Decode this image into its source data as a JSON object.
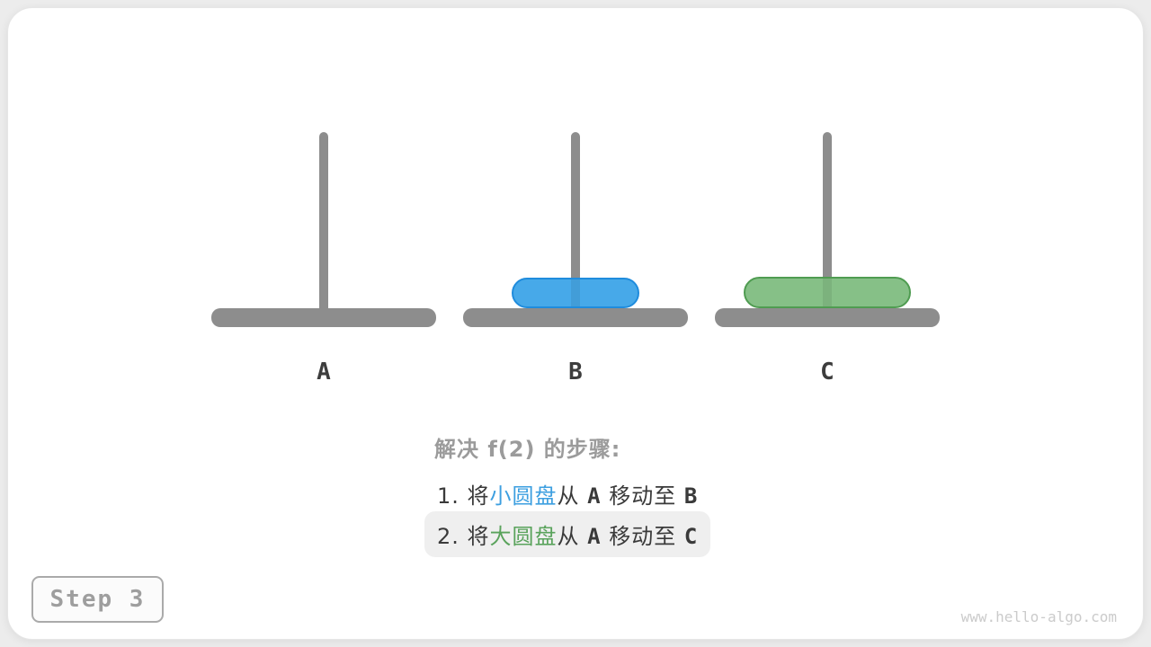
{
  "page": {
    "background": "#ececec",
    "card_background": "#ffffff"
  },
  "colors": {
    "structure_gray": "#8d8d8d",
    "peg_label": "#3d3d3d",
    "title_gray": "#9b9b9b",
    "step_text": "#3a3a3a",
    "small_disk_text": "#3d9fe0",
    "large_disk_text": "#5aa35c",
    "small_disk_fill": "#47a9e9",
    "small_disk_border": "#1f8cdd",
    "large_disk_fill": "#86c087",
    "large_disk_border": "#4f9c51",
    "highlight_bg": "#efefef",
    "badge_text": "#9e9e9e",
    "badge_border": "#aaaaaa",
    "badge_bg": "#fbfbfb",
    "watermark": "#cbcbcb"
  },
  "diagram": {
    "pegs": [
      {
        "label": "A",
        "disks": []
      },
      {
        "label": "B",
        "disks": [
          {
            "size": "small",
            "color": "#47a9e9"
          }
        ]
      },
      {
        "label": "C",
        "disks": [
          {
            "size": "large",
            "color": "#86c087"
          }
        ]
      }
    ]
  },
  "caption": {
    "title": "解决 f(2) 的步骤:",
    "steps": [
      {
        "highlighted": false,
        "parts": [
          {
            "text": "1. 将",
            "style": "dark"
          },
          {
            "text": "小圆盘",
            "style": "blue"
          },
          {
            "text": "从 ",
            "style": "dark"
          },
          {
            "text": "A",
            "style": "latin"
          },
          {
            "text": " 移动至 ",
            "style": "dark"
          },
          {
            "text": "B",
            "style": "latin"
          }
        ]
      },
      {
        "highlighted": true,
        "parts": [
          {
            "text": "2. 将",
            "style": "dark"
          },
          {
            "text": "大圆盘",
            "style": "green"
          },
          {
            "text": "从 ",
            "style": "dark"
          },
          {
            "text": "A",
            "style": "latin"
          },
          {
            "text": " 移动至 ",
            "style": "dark"
          },
          {
            "text": "C",
            "style": "latin"
          }
        ]
      }
    ]
  },
  "footer": {
    "step_badge": "Step 3",
    "watermark": "www.hello-algo.com"
  }
}
